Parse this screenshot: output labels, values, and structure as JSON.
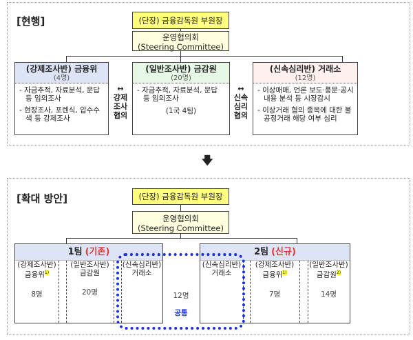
{
  "current": {
    "title": "[현행]",
    "head": "(단장) 금융감독원 부원장",
    "steering": [
      "운영협의회",
      "(Steering Committee)"
    ],
    "units": [
      {
        "name": "(강제조사반) 금융위",
        "count": "(4명)",
        "items": [
          "자금추적, 자료분석, 문답 등 임의조사",
          "현장조사, 포렌식, 압수수색 등 강제조사"
        ]
      },
      {
        "name": "(일반조사반) 금감원",
        "count": "(20명)",
        "items": [
          "자금추적, 자료분석, 문답 등 임의조사"
        ],
        "note": "(1국 4팀)"
      },
      {
        "name": "(신속심리반) 거래소",
        "count": "(12명)",
        "items": [
          "이상매매, 언론 보도·풍문·공시내용 분석 등 시장감시",
          "이상거래 혐의 종목에 대한 불공정거래 해당 여부 심리"
        ]
      }
    ],
    "links": [
      {
        "arrow": "↔",
        "label": [
          "강제",
          "조사",
          "협의"
        ]
      },
      {
        "arrow": "↔",
        "label": [
          "신속",
          "심리",
          "협의"
        ]
      }
    ]
  },
  "transition_arrow": "🡇",
  "proposed": {
    "title": "[확대 방안]",
    "head": "(단장) 금융감독원 부원장",
    "steering": [
      "운영협의회",
      "(Steering Committee)"
    ],
    "team1": {
      "name": "1팀",
      "tag": "(기존)",
      "units": [
        {
          "l1": "(강제조사반)",
          "l2": "금융위",
          "fn": "1)",
          "count": "8명"
        },
        {
          "l1": "(일반조사반)",
          "l2": "금감원",
          "count": "20명"
        },
        {
          "l1": "(신속심리반)",
          "l2": "거래소"
        }
      ]
    },
    "team2": {
      "name": "2팀",
      "tag": "(신규)",
      "units": [
        {
          "l1": "(신속심리반)",
          "l2": "거래소"
        },
        {
          "l1": "(강제조사반)",
          "l2": "금융위",
          "fn": "1)",
          "count": "7명"
        },
        {
          "l1": "(일반조사반)",
          "l2": "금감원",
          "fn": "2)",
          "count": "14명"
        }
      ]
    },
    "shared": {
      "count": "12명",
      "label": "공통"
    }
  },
  "colors": {
    "head": "#ffff80",
    "steer": "#ffffe0",
    "blue": "#dde4f5",
    "green": "#e6f7e6",
    "pink": "#fdf0ee",
    "shared": "#1a2ee6",
    "red": "#e83030"
  }
}
